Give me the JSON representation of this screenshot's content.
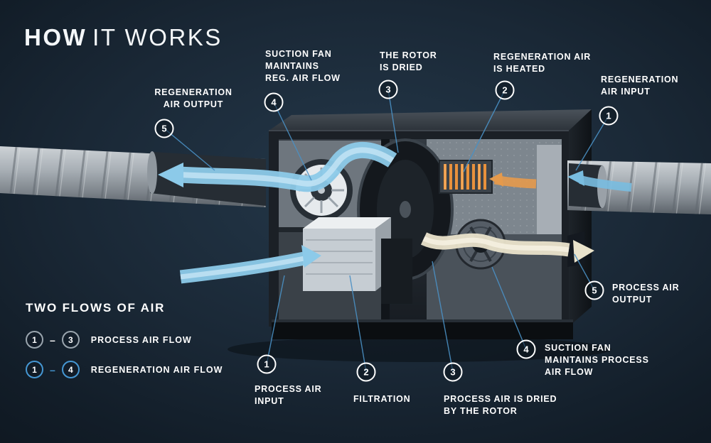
{
  "title": {
    "lead": "HOW",
    "rest": "IT WORKS"
  },
  "callouts": {
    "regen_output": {
      "number": "5",
      "label": "REGENERATION\nAIR OUTPUT"
    },
    "suction_fan_regen": {
      "number": "4",
      "label": "SUCTION FAN\nMAINTAINS\nREG. AIR FLOW"
    },
    "rotor_dried": {
      "number": "3",
      "label": "THE ROTOR\nIS DRIED"
    },
    "regen_heated": {
      "number": "2",
      "label": "REGENERATION AIR\nIS HEATED"
    },
    "regen_input": {
      "number": "1",
      "label": "REGENERATION\nAIR INPUT"
    },
    "process_input": {
      "number": "1",
      "label": "PROCESS AIR\nINPUT"
    },
    "filtration": {
      "number": "2",
      "label": "FILTRATION"
    },
    "process_dried": {
      "number": "3",
      "label": "PROCESS AIR IS DRIED\nBY THE ROTOR"
    },
    "suction_fan_process": {
      "number": "4",
      "label": "SUCTION FAN\nMAINTAINS PROCESS\nAIR FLOW"
    },
    "process_output": {
      "number": "5",
      "label": "PROCESS AIR\nOUTPUT"
    }
  },
  "legend": {
    "title": "TWO FLOWS OF AIR",
    "rows": [
      {
        "from": "1",
        "dash": "–",
        "to": "3",
        "label": "PROCESS AIR FLOW"
      },
      {
        "from": "1",
        "dash": "–",
        "to": "4",
        "label": "REGENERATION AIR FLOW"
      }
    ]
  },
  "colors": {
    "background": "#16222e",
    "accent_blue": "#4a90c4",
    "flow_blue": "#8ccae9",
    "flow_warm": "#e59a4c",
    "flow_cream": "#eae3cb",
    "badge_border": "#ffffff"
  }
}
